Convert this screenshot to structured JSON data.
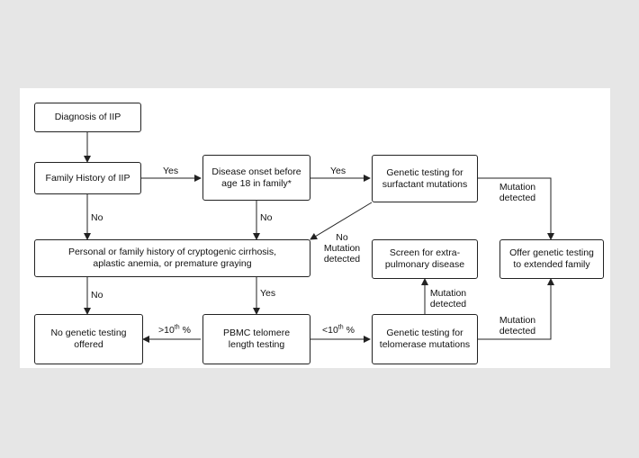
{
  "diagram": {
    "nodes": {
      "diagnosis": "Diagnosis of IIP",
      "family_history": "Family History of IIP",
      "disease_onset": "Disease onset before age 18 in family*",
      "surfactant_testing": "Genetic testing for surfactant mutations",
      "personal_history": "Personal or family history of cryptogenic cirrhosis, aplastic anemia, or premature graying",
      "screen_extra": "Screen for extra-pulmonary disease",
      "offer_family": "Offer genetic testing to extended family",
      "no_testing": "No genetic testing offered",
      "pbmc": "PBMC telomere length testing",
      "telomerase_testing": "Genetic testing for telomerase mutations"
    },
    "edge_labels": {
      "yes_1": "Yes",
      "yes_2": "Yes",
      "no_1": "No",
      "no_2": "No",
      "no_mutation": "No Mutation detected",
      "mutation_detected_1": "Mutation detected",
      "no_3": "No",
      "yes_3": "Yes",
      "mutation_detected_2": "Mutation detected",
      "above_10": ">10",
      "above_10_sup": "th",
      "above_10_suffix": " %",
      "below_10": "<10",
      "below_10_sup": "th",
      "below_10_suffix": " %",
      "mutation_detected_3": "Mutation detected"
    }
  }
}
